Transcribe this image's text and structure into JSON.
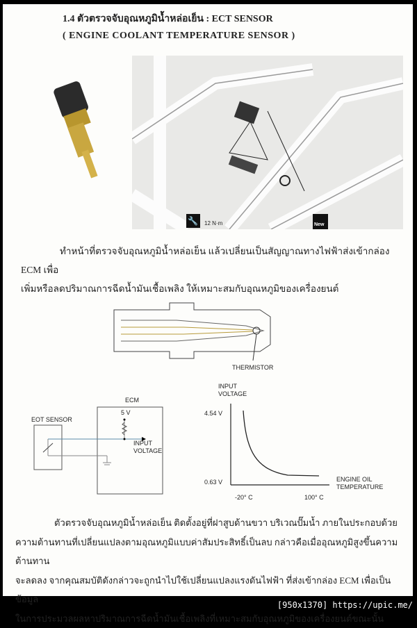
{
  "heading": {
    "title": "1.4 ตัวตรวจจับอุณหภูมิน้ำหล่อเย็น : ECT SENSOR",
    "subtitle": "( ENGINE COOLANT TEMPERATURE SENSOR )"
  },
  "engine_photo": {
    "torque_label": "12 N·m",
    "new_label": "New",
    "icons": [
      "wrench-icon",
      "replace-new-icon"
    ]
  },
  "paragraph1": [
    "ทำหน้าที่ตรวจจับอุณหภูมิน้ำหล่อเย็น แล้วเปลี่ยนเป็นสัญญาณทางไฟฟ้าส่งเข้ากล่อง ECM เพื่อ",
    "เพิ่มหรือลดปริมาณการฉีดน้ำมันเชื้อเพลิง ให้เหมาะสมกับอุณหภูมิของเครื่องยนต์"
  ],
  "cross_section": {
    "thermistor_label": "THERMISTOR"
  },
  "circuit": {
    "sensor_label": "EOT   SENSOR",
    "ecm_label": "ECM",
    "supply_label": "5 V",
    "output_label_1": "INPUT",
    "output_label_2": "VOLTAGE"
  },
  "graph": {
    "y_label_1": "INPUT",
    "y_label_2": "VOLTAGE",
    "y_high": "4.54 V",
    "y_low": "0.63 V",
    "x_label_1": "ENGINE  OIL",
    "x_label_2": "TEMPERATURE",
    "x_low": "-20° C",
    "x_high": "100° C"
  },
  "paragraph2": [
    "ตัวตรวจจับอุณหภูมิน้ำหล่อเย็น ติดตั้งอยู่ที่ฝาสูบด้านขวา บริเวณปั๊มน้ำ ภายในประกอบด้วย",
    "ความต้านทานที่เปลี่ยนแปลงตามอุณหภูมิแบบค่าสัมประสิทธิ์เป็นลบ กล่าวคือเมื่ออุณหภูมิสูงขึ้นความต้านทาน",
    "จะลดลง จากคุณสมบัติดังกล่าวจะถูกนำไปใช้เปลี่ยนแปลงแรงดันไฟฟ้า ที่ส่งเข้ากล่อง ECM เพื่อเป็นข้อมูล",
    "ในการประมวลผลหาปริมาณการฉีดน้ำมันเชื้อเพลิงที่เหมาะสมกับอุณหภูมิของเครื่องยนต์ขณะนั้น"
  ],
  "watermark": "[950x1370] https://upic.me/"
}
